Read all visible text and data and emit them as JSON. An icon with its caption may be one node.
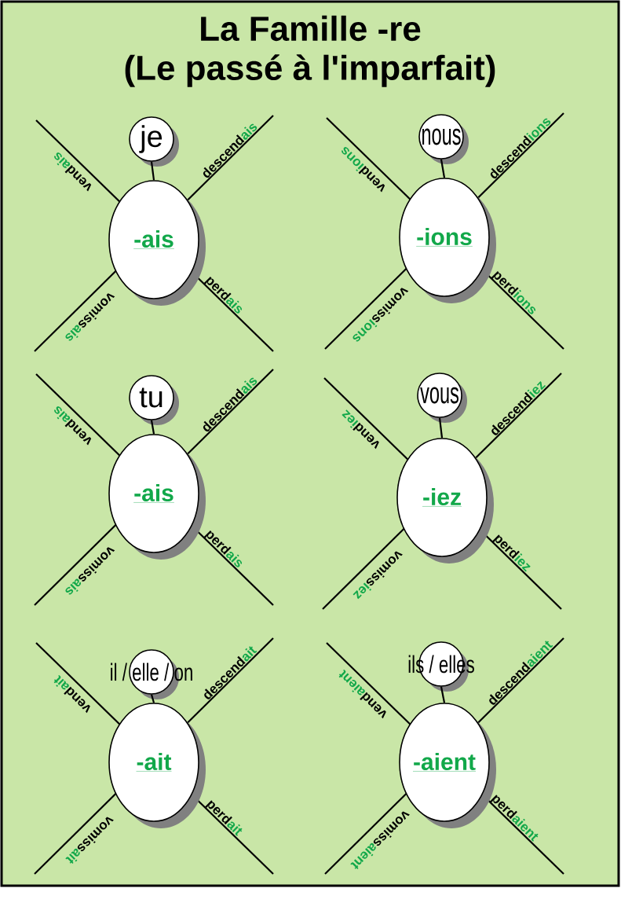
{
  "diagram": {
    "title": "La Famille -re",
    "labels": [
      "(Le passé à l'imparfait)"
    ],
    "nodes": [
      {
        "text": [
          "je"
        ]
      },
      {
        "text": [
          "-ais"
        ],
        "beside": [
          "vend**ais**",
          "descend**ais**",
          "perd**ais**",
          "vomiss**ais**"
        ]
      },
      {
        "text": [
          "nous"
        ]
      },
      {
        "text": [
          "-ions"
        ],
        "beside": [
          "vend**ions**",
          "descend**ions**",
          "perd**ions**",
          "vomiss**ions**"
        ]
      },
      {
        "text": [
          "tu"
        ]
      },
      {
        "text": [
          "-ais"
        ],
        "beside": [
          "vend**ais**",
          "descend**ais**",
          "perd**ais**",
          "vomiss**ais**"
        ]
      },
      {
        "text": [
          "vous"
        ]
      },
      {
        "text": [
          "-iez"
        ],
        "beside": [
          "vend**iez**",
          "descend**iez**",
          "perd**iez**",
          "vomiss**iez**"
        ]
      },
      {
        "text": [
          "il / elle / on"
        ]
      },
      {
        "text": [
          "-ait"
        ],
        "beside": [
          "vend**ait**",
          "descend**ait**",
          "perd**ait**",
          "vomiss**ait**"
        ]
      },
      {
        "text": [
          "ils / elles"
        ]
      },
      {
        "text": [
          "-aient"
        ],
        "beside": [
          "vend**aient**",
          "descend**aient**",
          "perd**aient**",
          "vomiss**aient**"
        ]
      }
    ],
    "edges": [
      {
        "from": 0,
        "to": 1,
        "arrow": "none"
      },
      {
        "from": 2,
        "to": 3,
        "arrow": "none"
      },
      {
        "from": 4,
        "to": 5,
        "arrow": "none"
      },
      {
        "from": 6,
        "to": 7,
        "arrow": "none"
      },
      {
        "from": 8,
        "to": 9,
        "arrow": "none"
      },
      {
        "from": 10,
        "to": 11,
        "arrow": "none"
      }
    ]
  }
}
